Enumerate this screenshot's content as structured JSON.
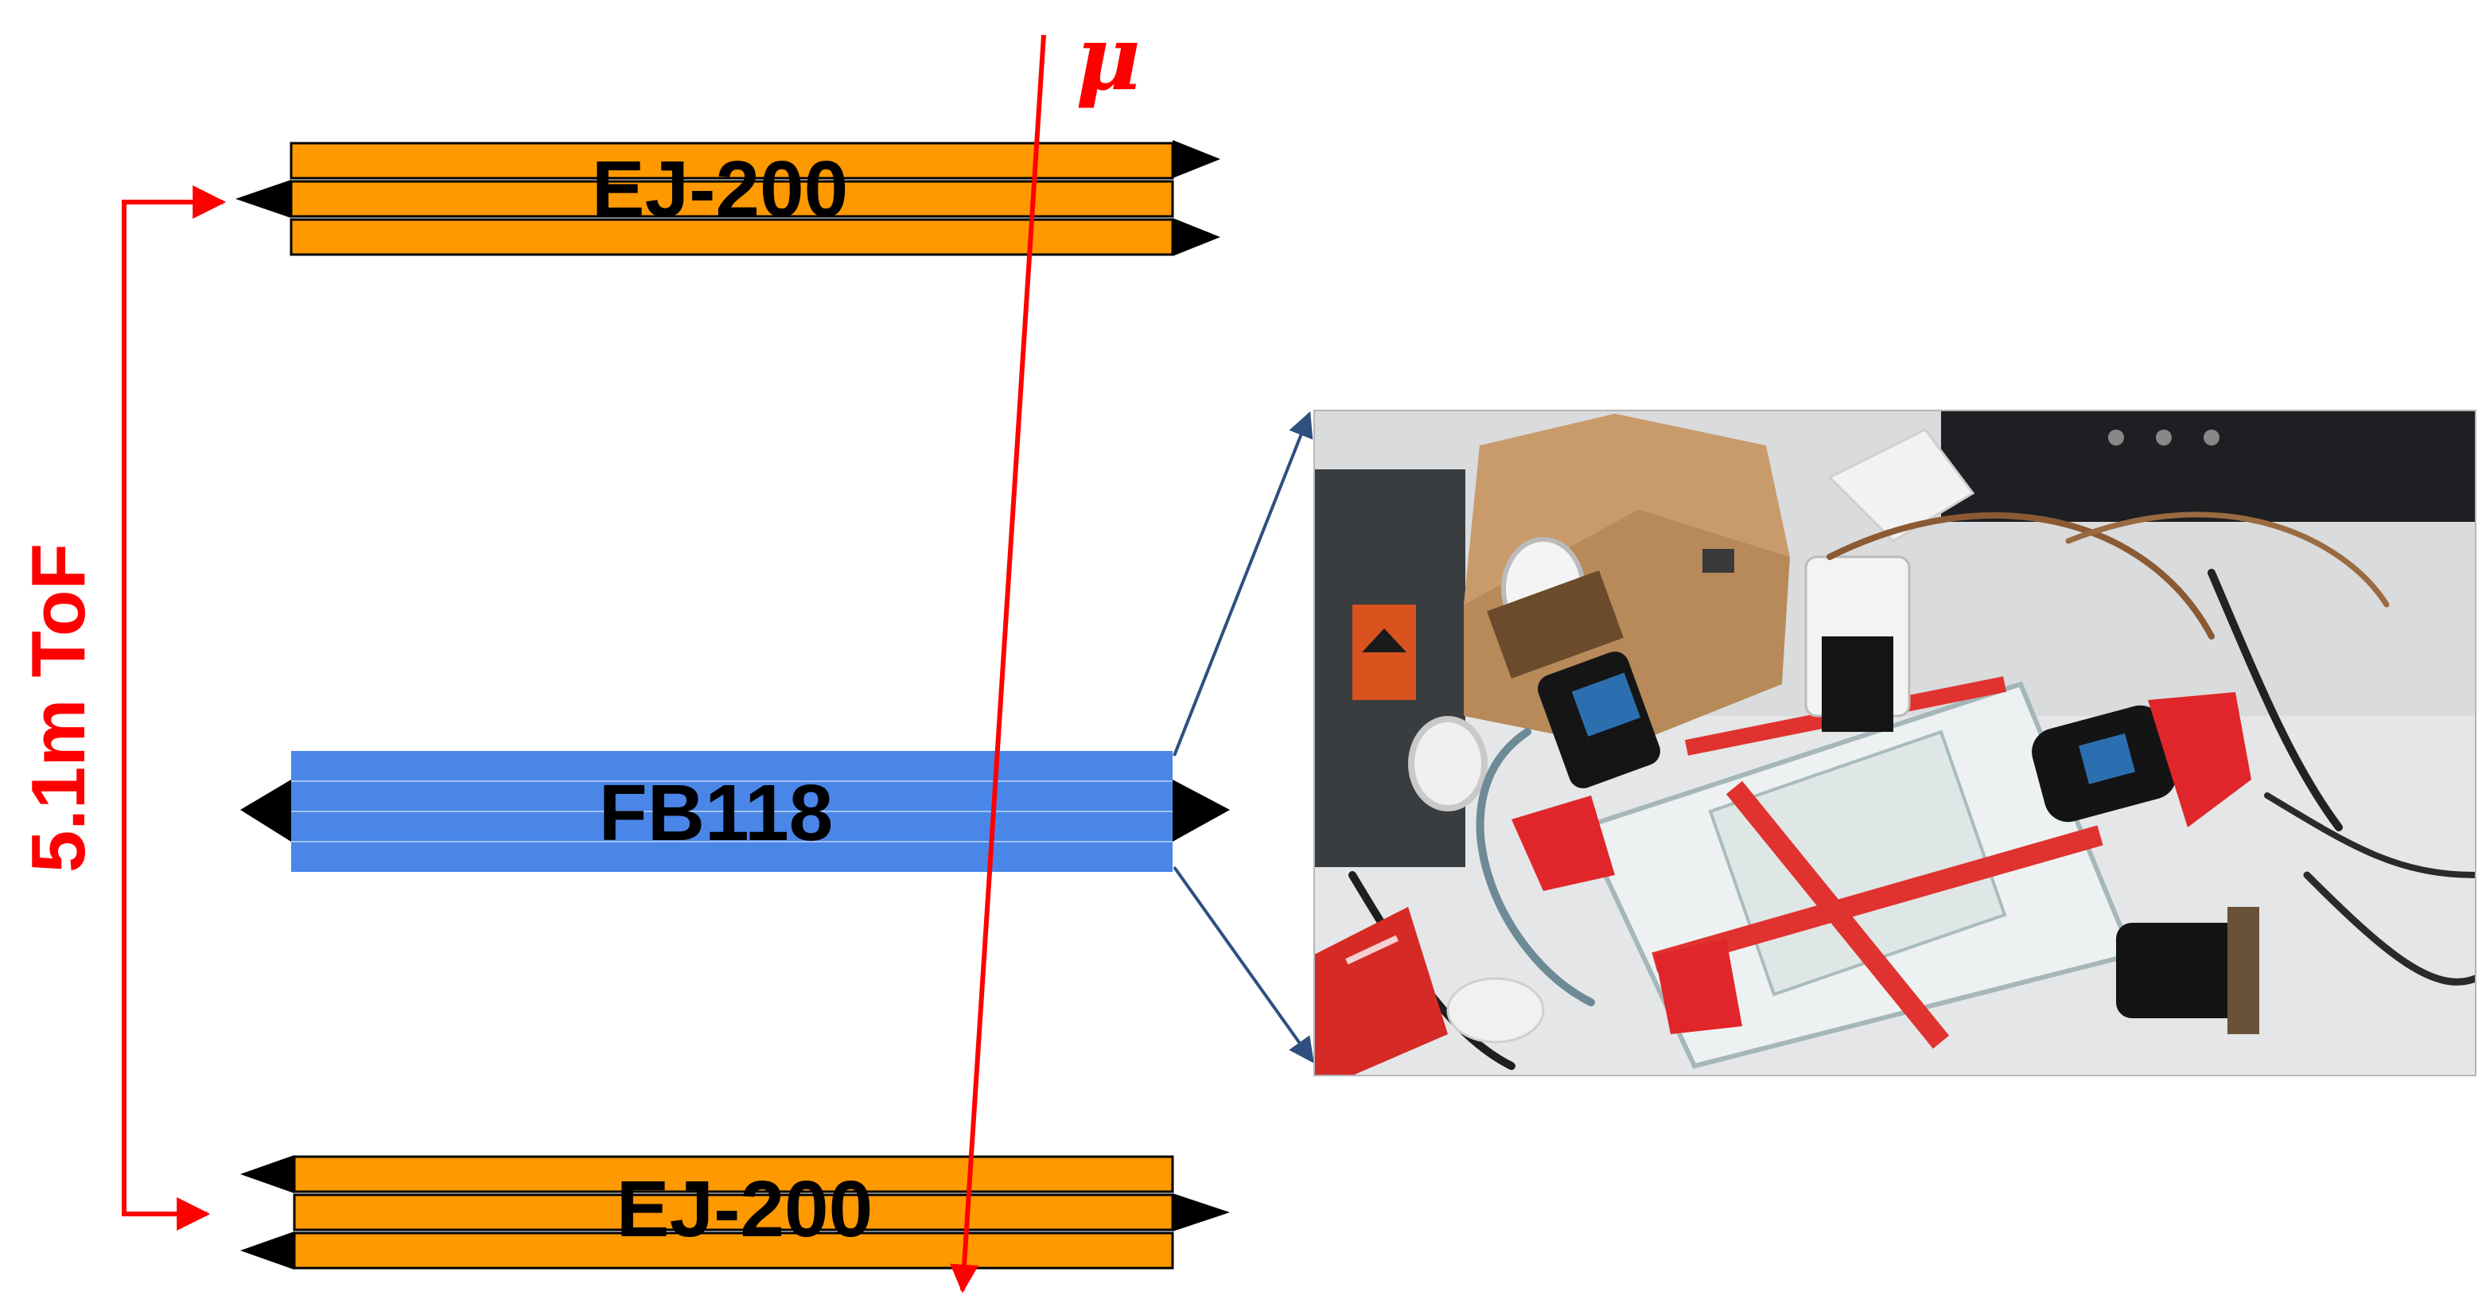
{
  "labels": {
    "top_detector": "EJ-200",
    "middle_detector": "FB118",
    "bottom_detector": "EJ-200",
    "particle": "μ",
    "tof_distance": "5.1m ToF"
  },
  "colors": {
    "ej200_fill": "#ff9900",
    "fb118_fill": "#4a86e8",
    "particle_track": "#ff0000",
    "tof_arrow": "#ff0000",
    "zoom_lines": "#2f4f7f",
    "pmt_cone": "#000000"
  },
  "photo": {
    "description_icon": "detector-setup-photo",
    "tape_color": "#e0322e",
    "pmt_cap_color": "#e0262a"
  }
}
